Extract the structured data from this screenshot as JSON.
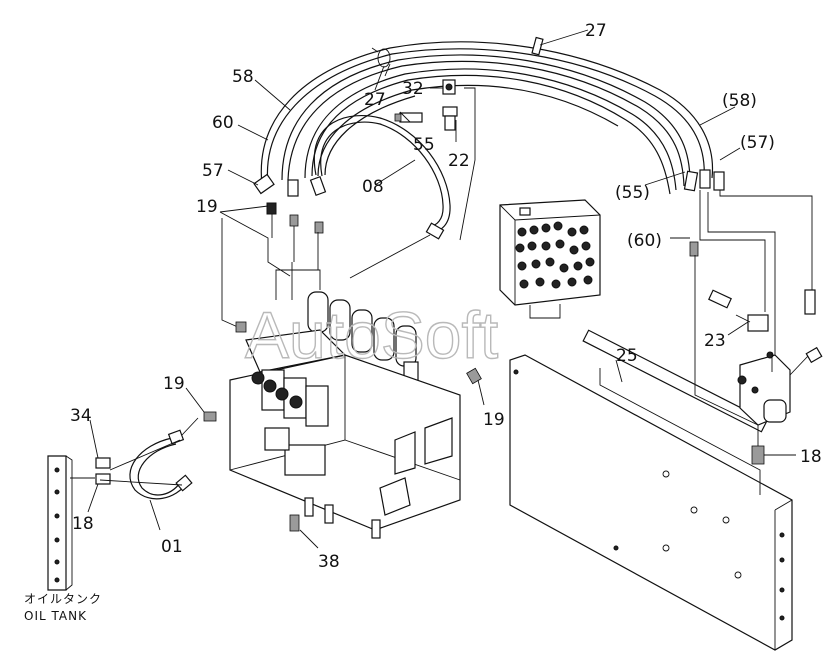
{
  "labels": {
    "l27a": "27",
    "l27b": "27",
    "l32": "32",
    "l58": "58",
    "l60": "60",
    "l55": "55",
    "l22": "22",
    "l57": "57",
    "l08": "08",
    "l19a": "19",
    "l58p": "(58)",
    "l57p": "(57)",
    "l55p": "(55)",
    "l60p": "(60)",
    "l23": "23",
    "l25": "25",
    "l19b": "19",
    "l19c": "19",
    "l34": "34",
    "l18a": "18",
    "l01": "01",
    "l38": "38",
    "l18b": "18"
  },
  "oil_tank": {
    "jp": "オイルタンク",
    "en": "OIL TANK"
  },
  "watermark": "AutoSoft"
}
